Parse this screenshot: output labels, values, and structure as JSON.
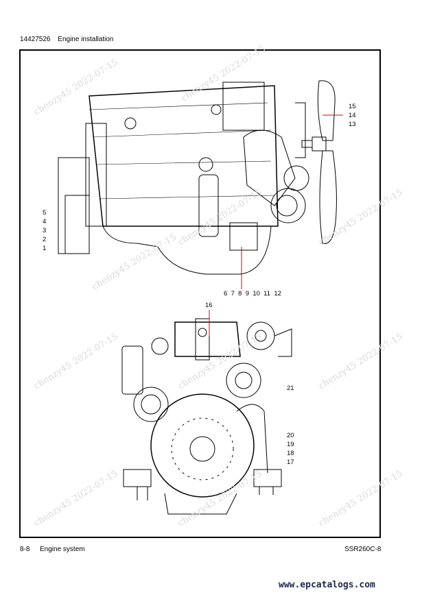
{
  "header": {
    "doc_number": "14427526",
    "title": "Engine installation"
  },
  "callouts_top_left": [
    "5",
    "4",
    "3",
    "2",
    "1"
  ],
  "callouts_top_right": [
    "15",
    "14",
    "13"
  ],
  "callouts_top_bottom": [
    "6",
    "7",
    "8",
    "9",
    "10",
    "11",
    "12"
  ],
  "callouts_bottom_top": "16",
  "callouts_bottom_right_upper": "21",
  "callouts_bottom_right": [
    "20",
    "19",
    "18",
    "17"
  ],
  "watermark": "chenzy45 2022-07-15",
  "footer": {
    "page": "8-8",
    "section": "Engine system",
    "model": "SSR260C-8"
  },
  "site": "www.epcatalogs.com",
  "colors": {
    "leader": "#e00000",
    "watermark": "#d9d9d9"
  }
}
